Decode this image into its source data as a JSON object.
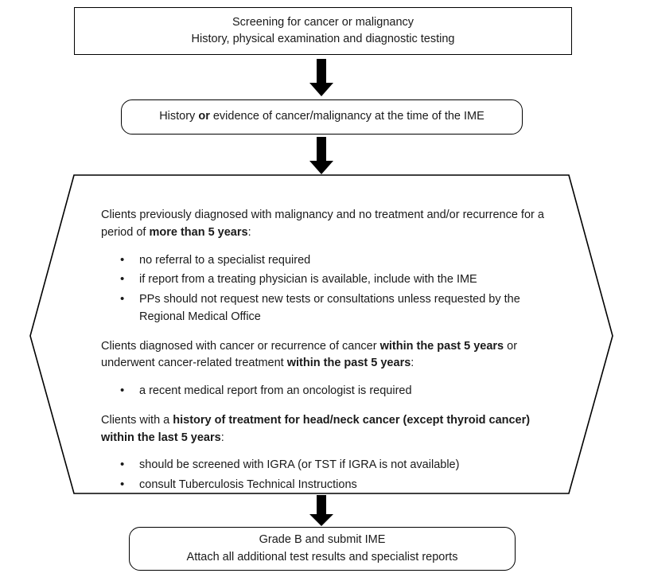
{
  "chart": {
    "type": "flowchart",
    "title": "Cancer or malignancy screening decision flowchart",
    "orientation": "top-to-bottom",
    "stroke_color": "#000000",
    "text_color": "#1a1a1a",
    "background_color": "#ffffff"
  },
  "nodes": {
    "screening": {
      "shape": "rectangle",
      "line1": "Screening for cancer or malignancy",
      "line2": "History, physical examination and diagnostic testing"
    },
    "history": {
      "shape": "rounded-rectangle",
      "text_before": "History ",
      "text_bold": "or",
      "text_after": " evidence of cancer/malignancy at the time of the IME",
      "full_text": "History or evidence of cancer/malignancy at the time of the IME"
    },
    "decision": {
      "shape": "hexagon",
      "blocks": [
        {
          "type": "paragraph",
          "id": "para-more-than-5",
          "segments": [
            {
              "text": "Clients previously diagnosed with malignancy and no treatment and/or recurrence for a period of ",
              "bold": false
            },
            {
              "text": "more than 5 years",
              "bold": true
            },
            {
              "text": ":",
              "bold": false
            }
          ],
          "full_text": "Clients previously diagnosed with malignancy and no treatment and/or recurrence for a period of more than 5 years:"
        },
        {
          "type": "bullets",
          "id": "bullets-more-than-5",
          "items": [
            "no referral to a specialist required",
            "if report from a treating physician is available, include with the IME",
            "PPs should not request new tests or consultations unless requested by the Regional Medical Office"
          ]
        },
        {
          "type": "paragraph",
          "id": "para-within-past-5",
          "segments": [
            {
              "text": "Clients diagnosed with cancer or recurrence of cancer ",
              "bold": false
            },
            {
              "text": "within the past 5 years",
              "bold": true
            },
            {
              "text": " or underwent cancer-related treatment ",
              "bold": false
            },
            {
              "text": "within the past 5 years",
              "bold": true
            },
            {
              "text": ":",
              "bold": false
            }
          ],
          "full_text": "Clients diagnosed with cancer or recurrence of cancer within the past 5 years or underwent cancer-related treatment within the past 5 years:"
        },
        {
          "type": "bullets",
          "id": "bullets-within-past-5",
          "items": [
            "a recent medical report from an oncologist is required"
          ]
        },
        {
          "type": "paragraph",
          "id": "para-head-neck",
          "segments": [
            {
              "text": "Clients with a ",
              "bold": false
            },
            {
              "text": "history of treatment for head/neck cancer (except thyroid cancer) within the last 5 years",
              "bold": true
            },
            {
              "text": ":",
              "bold": false
            }
          ],
          "full_text": "Clients with a history of treatment for head/neck cancer (except thyroid cancer) within the last 5 years:"
        },
        {
          "type": "bullets",
          "id": "bullets-head-neck",
          "items": [
            "should be screened with IGRA (or TST if IGRA is not available)",
            "consult Tuberculosis Technical Instructions"
          ]
        }
      ]
    },
    "grade": {
      "shape": "rounded-rectangle",
      "line1": "Grade B and submit IME",
      "line2": "Attach all additional test results and specialist reports"
    }
  },
  "connectors": [
    {
      "id": "arrow-1",
      "from": "screening",
      "to": "history",
      "icon": "down-arrow-icon"
    },
    {
      "id": "arrow-2",
      "from": "history",
      "to": "decision",
      "icon": "down-arrow-icon"
    },
    {
      "id": "arrow-3",
      "from": "decision",
      "to": "grade",
      "icon": "down-arrow-icon"
    }
  ]
}
